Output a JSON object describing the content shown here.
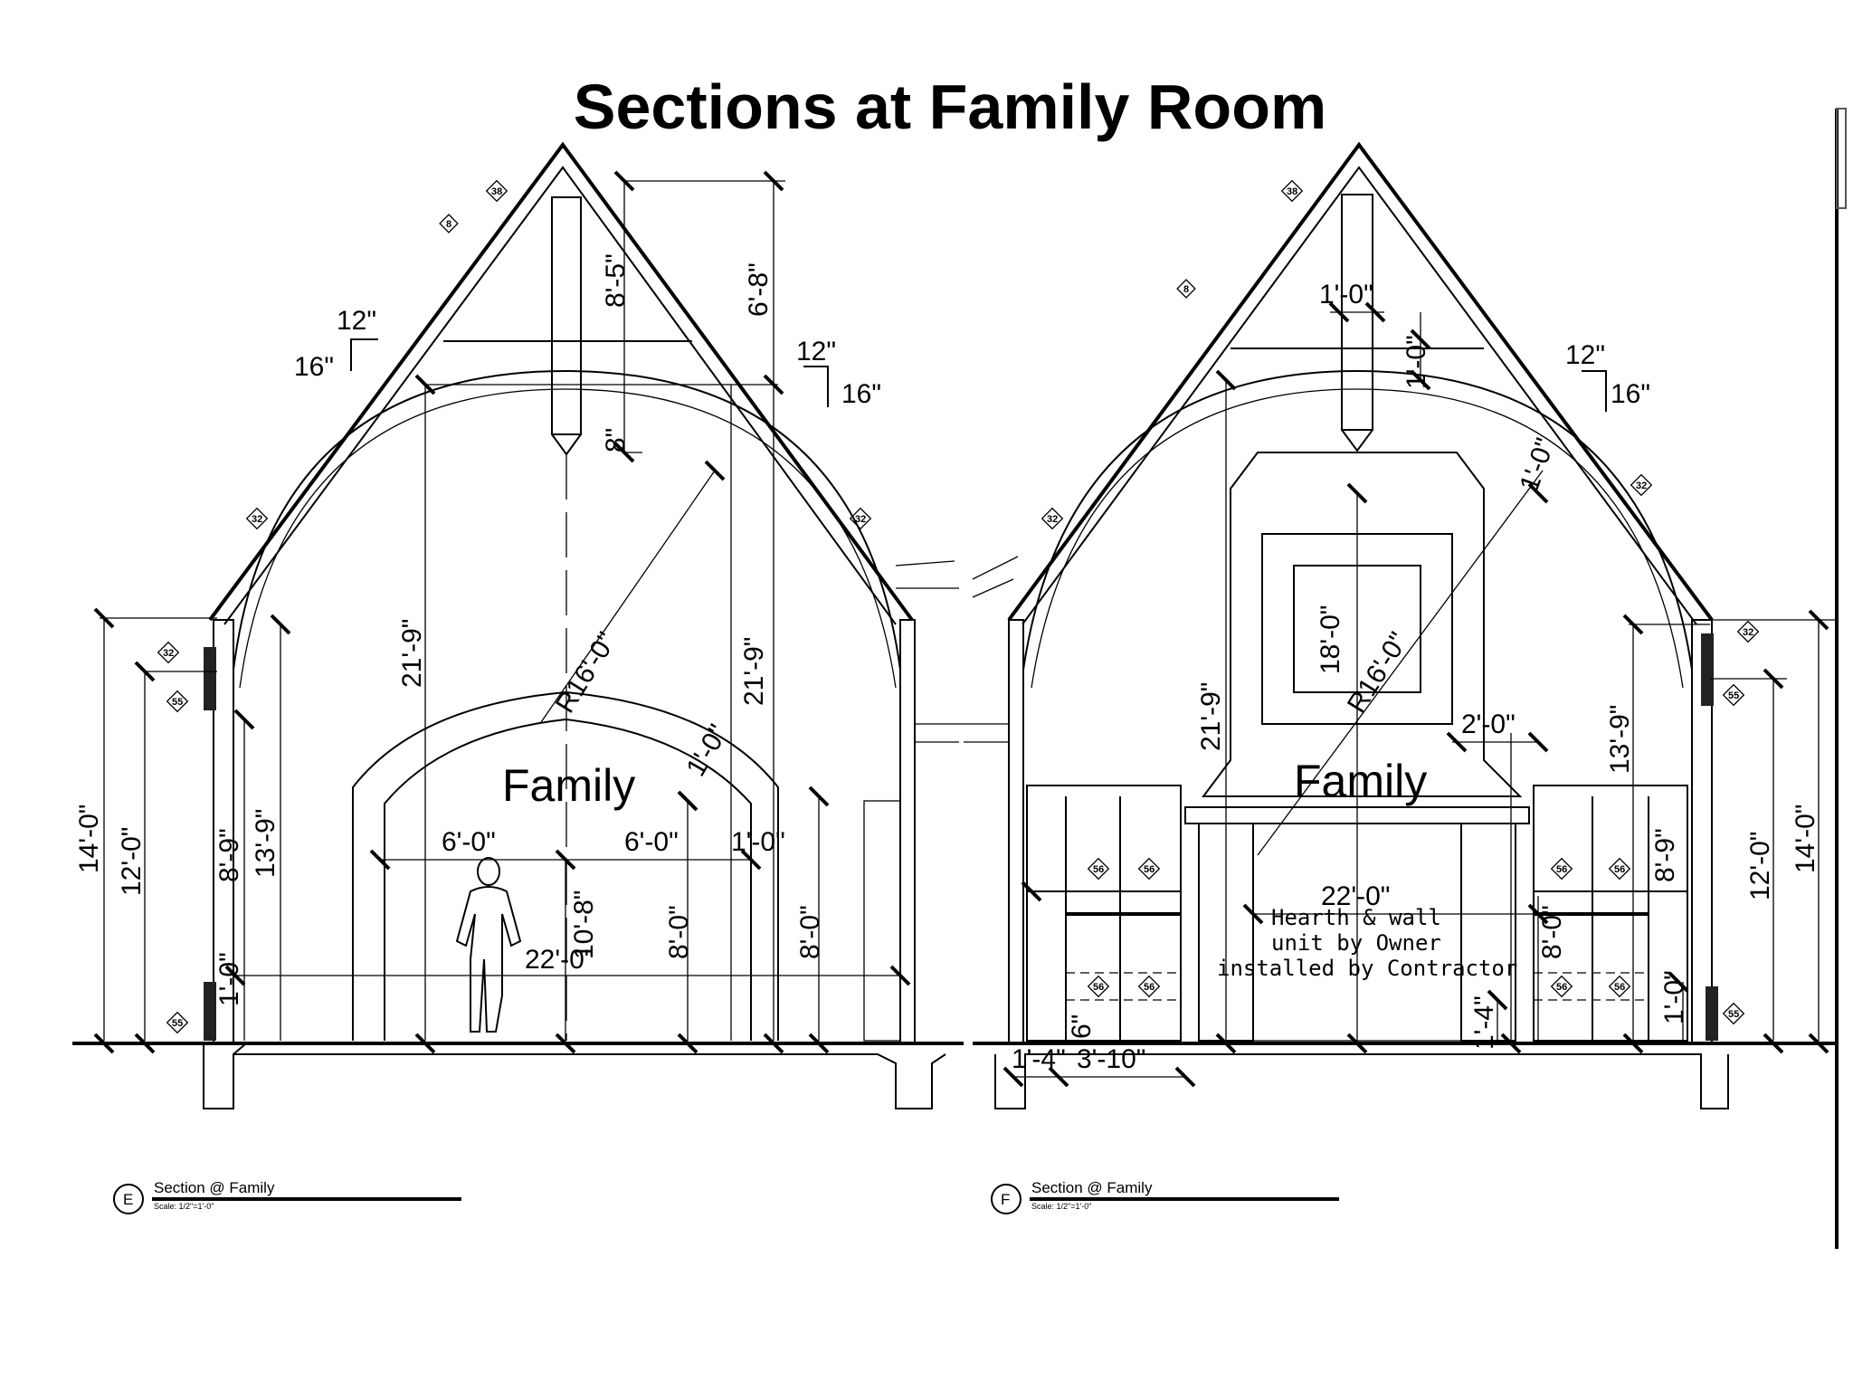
{
  "title": "Sections at Family Room",
  "section_e": {
    "room_label": "Family",
    "dims": {
      "top_gap": "8'-5\"",
      "top_right": "6'-8\"",
      "below_gable": "8\"",
      "pitch_left_rise": "12\"",
      "pitch_left_run": "16\"",
      "pitch_right_rise": "12\"",
      "pitch_right_run": "16\"",
      "height_left": "21'-9\"",
      "height_right": "21'-9\"",
      "radius": "R16'-0\"",
      "arch_gap": "1'-0\"",
      "width_left": "6'-0\"",
      "width_right": "6'-0\"",
      "width_side": "1'-0\"",
      "center_height": "10'-8\"",
      "overall_width": "22'-0\"",
      "opening_h1": "8'-0\"",
      "opening_h2": "8'-0\"",
      "outer_h1": "14'-0\"",
      "outer_h2": "12'-0\"",
      "outer_h3": "13'-9\"",
      "outer_h4": "8'-9\"",
      "base_h": "1'-0\""
    },
    "tags": [
      "38",
      "8",
      "32",
      "32",
      "32",
      "55",
      "55"
    ],
    "caption_letter": "E",
    "caption": "Section @ Family",
    "scale": "Scale: 1/2\"=1'-0\""
  },
  "section_f": {
    "room_label": "Family",
    "dims": {
      "chimney_width": "1'-0\"",
      "chimney_gap": "1'-0\"",
      "pitch_rise": "12\"",
      "pitch_run": "16\"",
      "roof_gap": "1'-0\"",
      "panel_height": "18'-0\"",
      "radius": "R16'-0\"",
      "height_left": "21'-9\"",
      "mantel_gap": "2'-0\"",
      "height_right": "13'-9\"",
      "overall_width": "22'-0\"",
      "cab_height": "8'-0\"",
      "cab_h2": "8'-9\"",
      "outer_h1": "12'-0\"",
      "outer_h2": "14'-0\"",
      "hearth_h": "1'-4\"",
      "base_left": "1'-4\"",
      "base_span": "3'-10\"",
      "small_h": "6\"",
      "base_h": "1'-0\""
    },
    "note_lines": [
      "Hearth & wall",
      "unit by Owner",
      "installed by Contractor"
    ],
    "tags": [
      "38",
      "8",
      "32",
      "32",
      "32",
      "55",
      "55",
      "56",
      "56",
      "56",
      "56",
      "56",
      "56",
      "56",
      "56"
    ],
    "caption_letter": "F",
    "caption": "Section @ Family",
    "scale": "Scale: 1/2\"=1'-0\""
  }
}
